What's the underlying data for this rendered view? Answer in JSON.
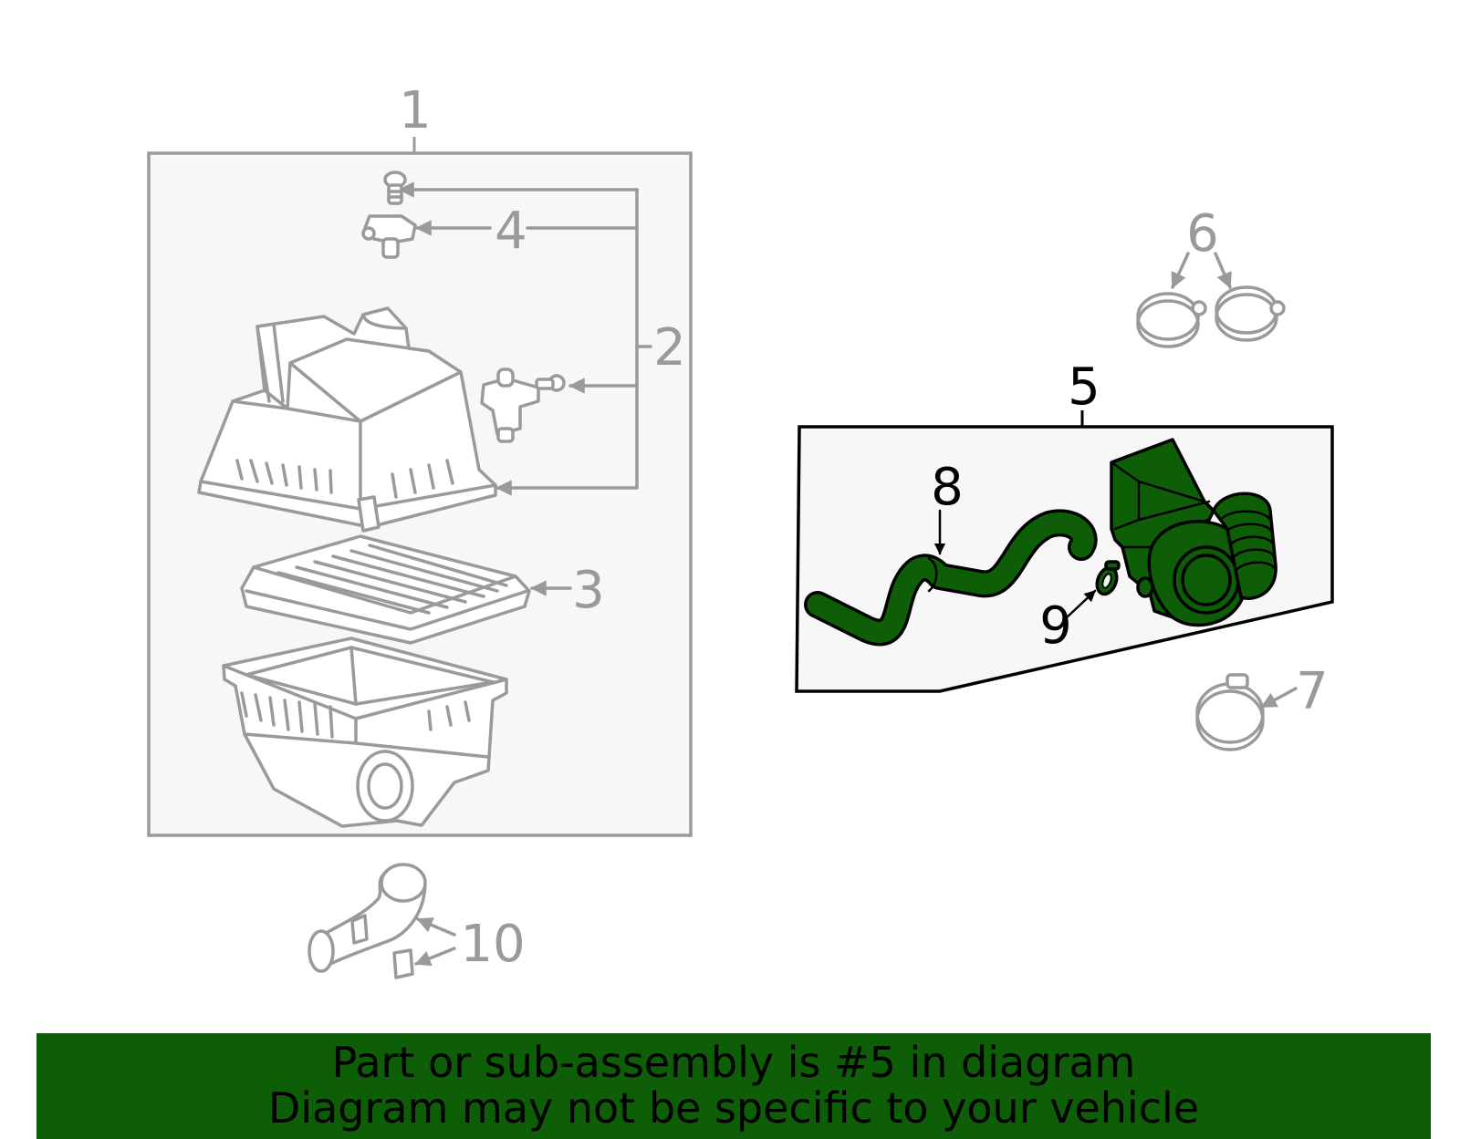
{
  "callouts": {
    "c1": "1",
    "c2": "2",
    "c3": "3",
    "c4": "4",
    "c5": "5",
    "c6": "6",
    "c7": "7",
    "c8": "8",
    "c9": "9",
    "c10": "10"
  },
  "banner": {
    "line1": "Part or sub-assembly is #5 in diagram",
    "line2": "Diagram may not be specific to your vehicle"
  },
  "colors": {
    "highlight": "#0e5e07",
    "outline_gray": "#9a9a9a",
    "box_fill": "#f7f7f7"
  }
}
